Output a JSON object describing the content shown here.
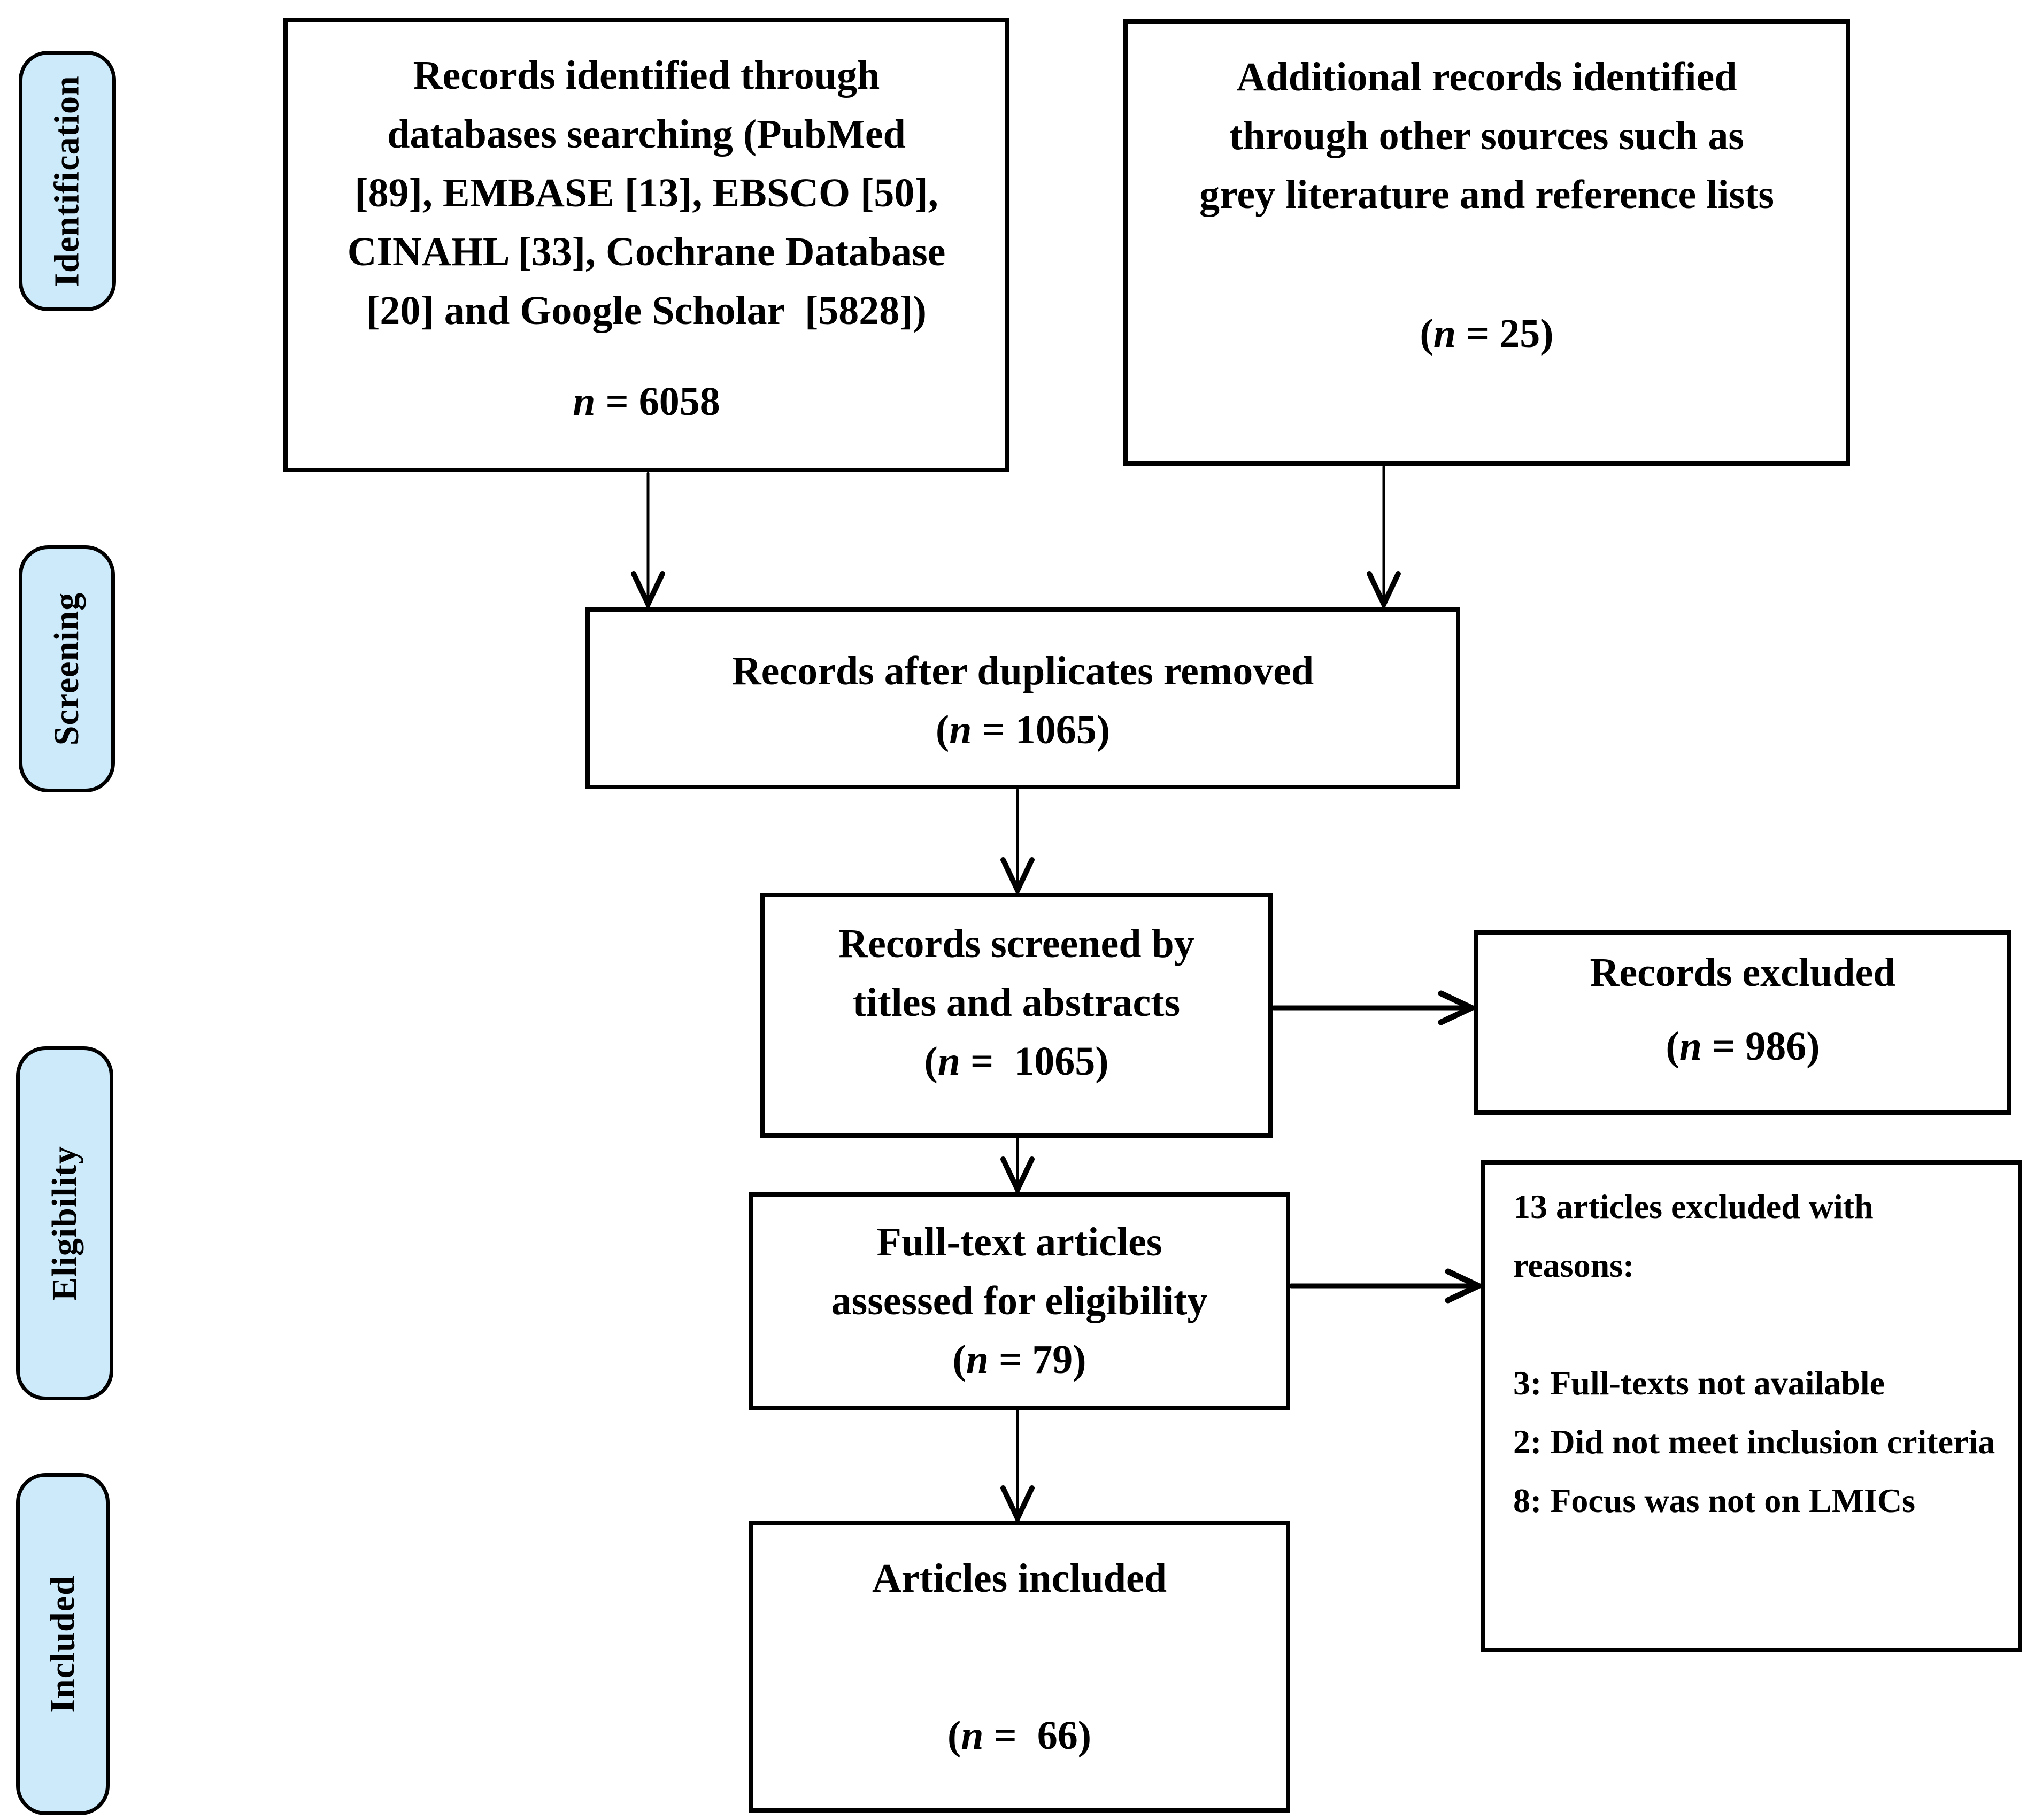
{
  "figure": {
    "background": "#ffffff",
    "stage_fill": "#cdeafb",
    "stage_border": "#000000",
    "box_border": "#000000",
    "text_color": "#000000",
    "stages": [
      {
        "label": "Identification"
      },
      {
        "label": "Screening"
      },
      {
        "label": "Eligibility"
      },
      {
        "label": "Included"
      }
    ],
    "boxes": {
      "identified": {
        "lines": [
          "Records identified through",
          "databases searching (PubMed",
          "[89], EMBASE [13], EBSCO [50],",
          "CINAHL [33], Cochrane Database",
          "[20] and Google Scholar  [5828])"
        ],
        "stat": [
          "",
          "n",
          " = 6058"
        ]
      },
      "additional": {
        "lines": [
          "Additional records identified",
          "through other sources such as",
          "grey literature and reference lists"
        ],
        "stat": [
          "(",
          "n",
          " = 25)"
        ]
      },
      "duplicates": {
        "lines": [
          "Records after duplicates removed"
        ],
        "stat": [
          "(",
          "n",
          " = 1065)"
        ]
      },
      "screened": {
        "lines": [
          "Records screened by",
          "titles and abstracts"
        ],
        "stat": [
          "(",
          "n",
          " =  1065)"
        ]
      },
      "excluded": {
        "lines": [
          "Records excluded"
        ],
        "stat": [
          "(",
          "n",
          " = 986)"
        ]
      },
      "fulltext": {
        "lines": [
          "Full-text articles",
          "assessed for eligibility"
        ],
        "stat": [
          "(",
          "n",
          " = 79)"
        ]
      },
      "reasons": {
        "title": "13 articles excluded with reasons:",
        "items": [
          "3: Full-texts not available",
          "2: Did not meet inclusion criteria",
          "8: Focus was not on LMICs"
        ]
      },
      "articles_included": {
        "lines": [
          "Articles included"
        ],
        "stat": [
          "(",
          "n",
          " =  66)"
        ]
      }
    }
  }
}
